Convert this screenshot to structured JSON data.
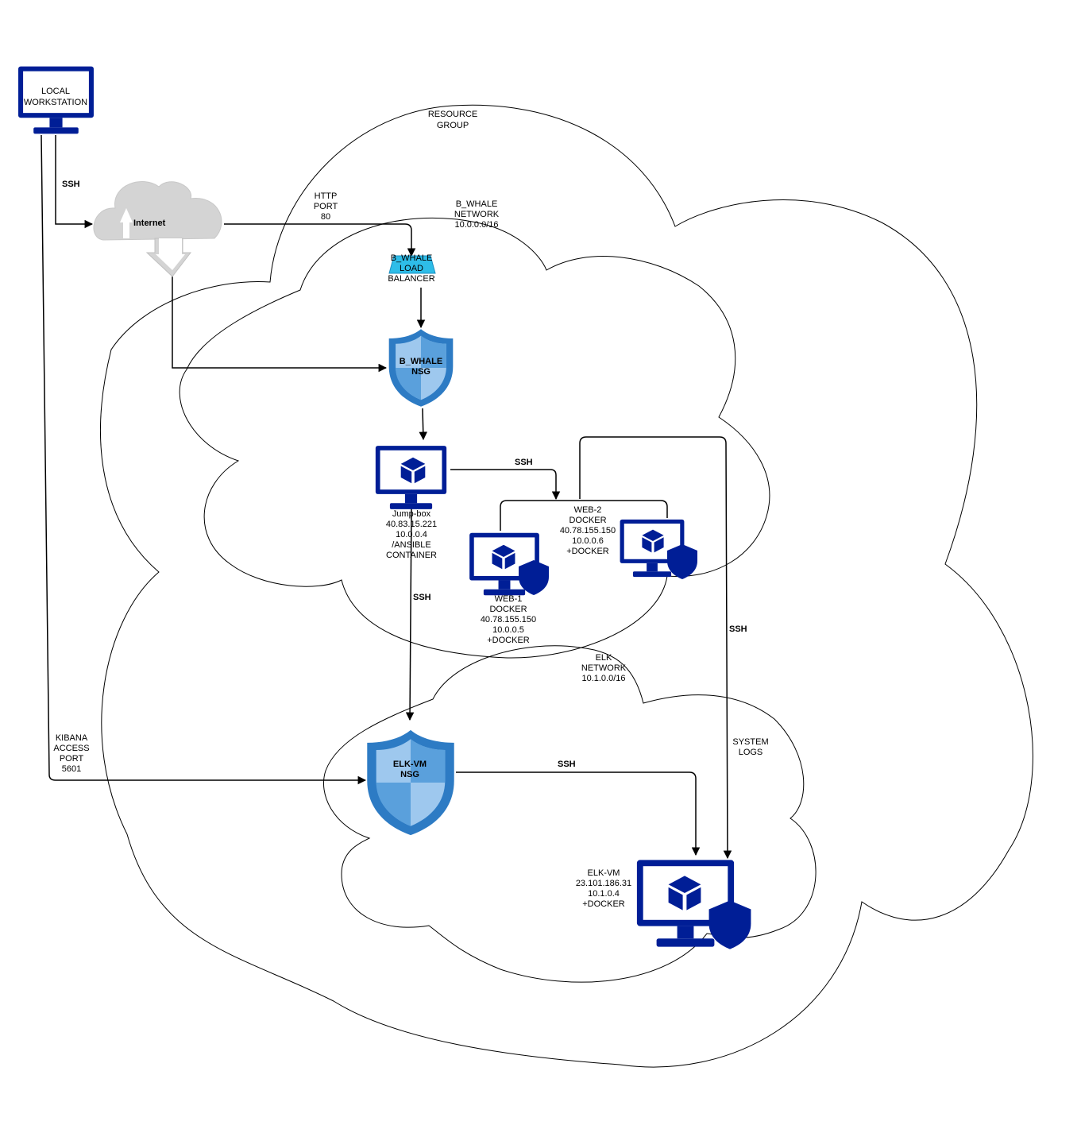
{
  "colors": {
    "monitor": "#001E96",
    "nsg_dark": "#2D7BC4",
    "nsg_light": "#9EC8EE",
    "nsg_mid": "#5AA0DC",
    "cloud_gray": "#D4D4D4",
    "lb": "#2EBDE8",
    "line": "#000000"
  },
  "labels": {
    "local_workstation": [
      "LOCAL",
      "WORKSTATION"
    ],
    "internet": "Internet",
    "resource_group": [
      "RESOURCE",
      "GROUP"
    ],
    "http_port": [
      "HTTP",
      "PORT",
      "80"
    ],
    "bwhale_network": [
      "B_WHALE",
      "NETWORK",
      "10.0.0.0/16"
    ],
    "load_balancer": [
      "B_WHALE",
      "LOAD",
      "BALANCER"
    ],
    "bwhale_nsg": [
      "B_WHALE",
      "NSG"
    ],
    "jumpbox": [
      "Jump-box",
      "40.83.15.221",
      "10.0.0.4",
      "/ANSIBLE",
      "CONTAINER"
    ],
    "web2": [
      "WEB-2",
      "DOCKER",
      "40.78.155.150",
      "10.0.0.6",
      "+DOCKER"
    ],
    "web1": [
      "WEB-1",
      "DOCKER",
      "40.78.155.150",
      "10.0.0.5",
      "+DOCKER"
    ],
    "elk_network": [
      "ELK",
      "NETWORK",
      "10.1.0.0/16"
    ],
    "elk_nsg": [
      "ELK-VM",
      "NSG"
    ],
    "elk_vm": [
      "ELK-VM",
      "23.101.186.31",
      "10.1.0.4",
      "+DOCKER"
    ],
    "kibana": [
      "KIBANA",
      "ACCESS",
      "PORT",
      "5601"
    ],
    "system_logs": [
      "SYSTEM",
      "LOGS"
    ],
    "ssh": "SSH"
  }
}
